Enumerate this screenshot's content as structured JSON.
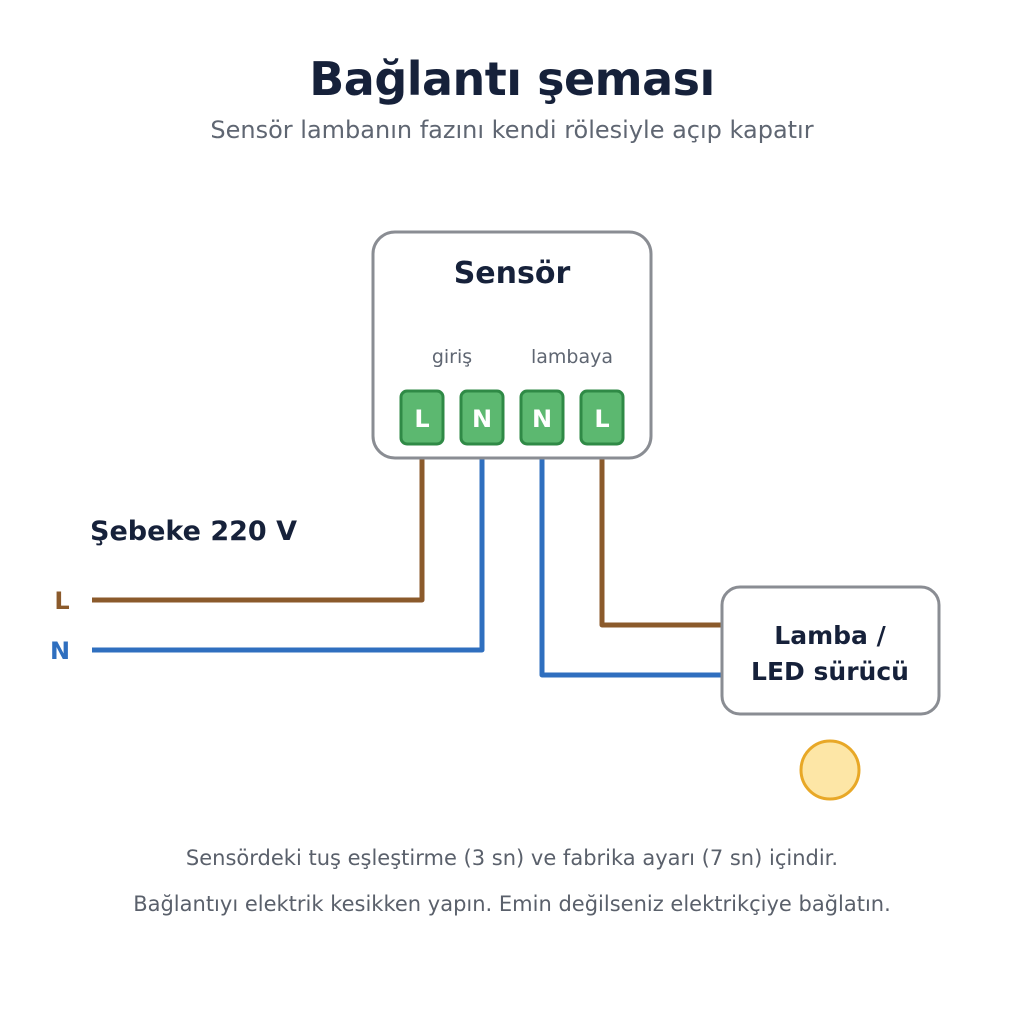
{
  "header": {
    "title": "Bağlantı şeması",
    "subtitle": "Sensör lambanın fazını kendi rölesiyle açıp kapatır"
  },
  "sensor": {
    "title": "Sensör",
    "input_group_label": "giriş",
    "output_group_label": "lambaya",
    "terminals": [
      "L",
      "N",
      "N",
      "L"
    ]
  },
  "mains": {
    "label": "Şebeke 220 V",
    "line_label": "L",
    "neutral_label": "N"
  },
  "lamp": {
    "label_line1": "Lamba /",
    "label_line2": "LED sürücü"
  },
  "notes": [
    "Sensördeki tuş eşleştirme (3 sn) ve fabrika ayarı (7 sn) içindir.",
    "Bağlantıyı elektrik kesikken yapın. Emin değilseniz elektrikçiye bağlatın."
  ],
  "colors": {
    "live_wire": "#8b5a2b",
    "neutral_wire": "#2f6fbf",
    "terminal_fill": "#5cb870",
    "terminal_stroke": "#2f8a46",
    "box_stroke": "#8a8d93",
    "bulb_fill": "#fde6a6",
    "bulb_stroke": "#e8a827",
    "title": "#16213a"
  }
}
